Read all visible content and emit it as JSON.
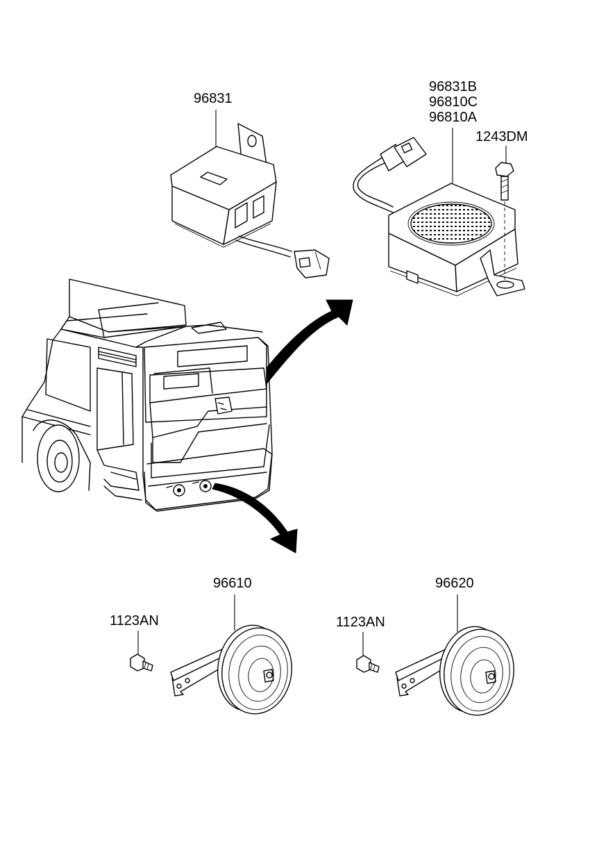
{
  "parts": {
    "relay": {
      "number": "96831"
    },
    "buzzer": {
      "numbers": [
        "96831B",
        "96810C",
        "96810A"
      ]
    },
    "buzzer_bolt": {
      "number": "1243DM"
    },
    "horn_low": {
      "number": "96610"
    },
    "horn_high": {
      "number": "96620"
    },
    "horn_low_bolt": {
      "number": "1123AN"
    },
    "horn_high_bolt": {
      "number": "1123AN"
    }
  }
}
